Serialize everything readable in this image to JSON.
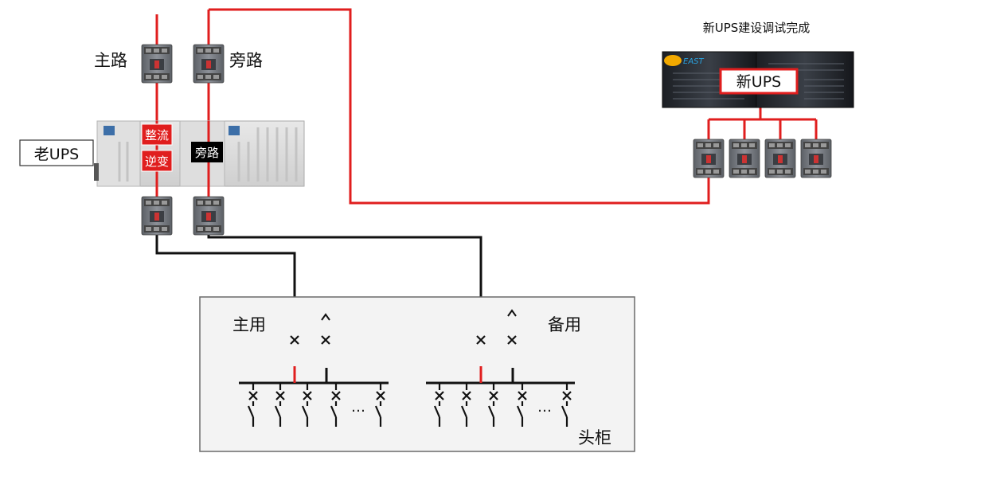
{
  "labels": {
    "main_path": "主路",
    "bypass_path": "旁路",
    "old_ups": "老UPS",
    "rectifier": "整流",
    "inverter": "逆变",
    "ups_bypass": "旁路",
    "new_ups_title": "新UPS建设调试完成",
    "new_ups": "新UPS",
    "brand": "EAST",
    "primary": "主用",
    "backup": "备用",
    "head_cabinet": "头柜",
    "ellipsis": "…"
  },
  "colors": {
    "energized": "#e01e1e",
    "deenergized": "#111111",
    "panel_border": "#6a6a6a",
    "panel_fill": "#f3f3f3",
    "breaker_body": "#7b7f86",
    "label_red_bg": "#e01e1e",
    "label_black_bg": "#000000"
  },
  "icons": {
    "breaker": "circuit-breaker-icon",
    "switch": "disconnect-switch-icon",
    "ups_cabinet": "ups-cabinet-icon",
    "server_rack": "server-rack-icon"
  }
}
